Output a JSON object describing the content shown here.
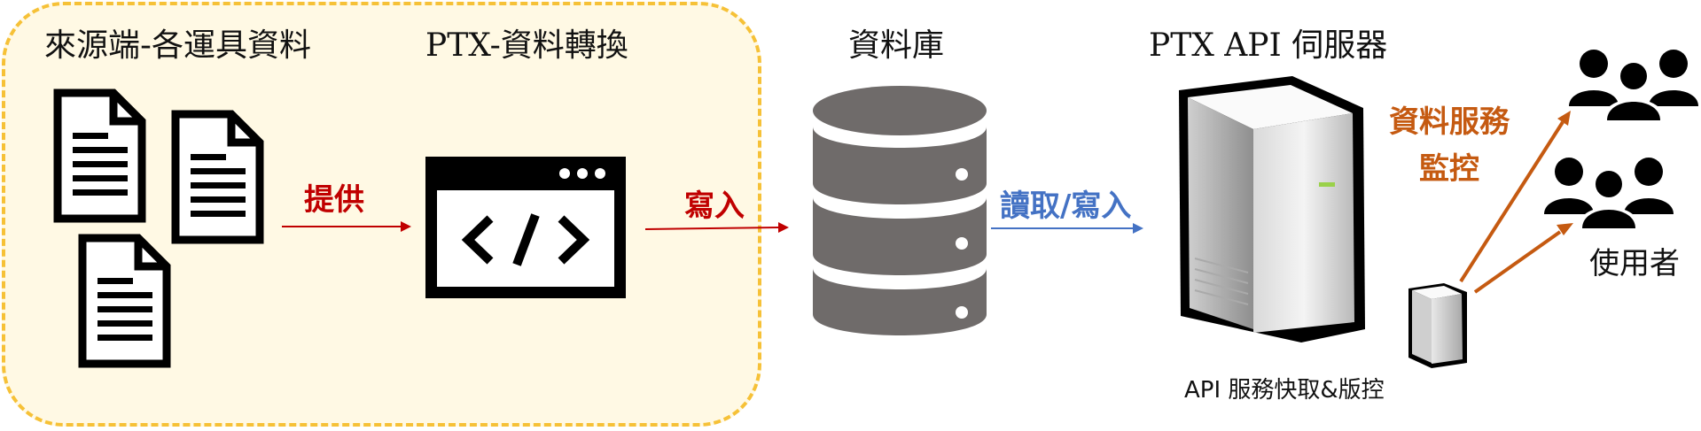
{
  "labels": {
    "source": "來源端-各運具資料",
    "ptx_convert": "PTX-資料轉換",
    "database": "資料庫",
    "ptx_api_server": "PTX API 伺服器",
    "api_cache": "API 服務快取&版控",
    "users": "使用者"
  },
  "arrows": {
    "provide": "提供",
    "write": "寫入",
    "read_write": "讀取/寫入",
    "monitor_line1": "資料服務",
    "monitor_line2": "監控"
  },
  "colors": {
    "provide": "#c00000",
    "write": "#c00000",
    "read_write": "#4472c4",
    "monitor": "#c55a11",
    "region_border": "#f6c137",
    "region_fill": "#fff9e4",
    "db": "#6f6b6a"
  },
  "icons": {
    "documents": "document-icon",
    "code_window": "code-window-icon",
    "database": "database-icon",
    "server": "server-tower-icon",
    "small_server": "small-server-icon",
    "users": "user-group-icon"
  }
}
